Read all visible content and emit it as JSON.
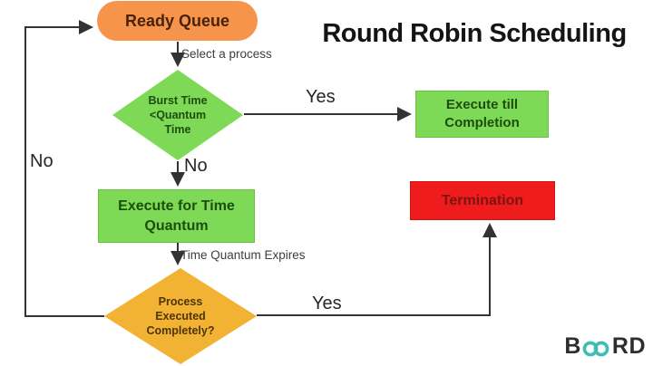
{
  "title": "Round Robin Scheduling",
  "nodes": {
    "ready_queue": {
      "label": "Ready Queue"
    },
    "burst_check": {
      "lines": [
        "Burst Time",
        "<Quantum",
        "Time"
      ]
    },
    "execute_till_completion": {
      "lines": [
        "Execute till",
        "Completion"
      ]
    },
    "execute_for_time_quantum": {
      "lines": [
        "Execute for Time",
        "Quantum"
      ]
    },
    "process_check": {
      "lines": [
        "Process",
        "Executed",
        "Completely?"
      ]
    },
    "termination": {
      "label": "Termination"
    }
  },
  "edges": {
    "select_process": "Select a process",
    "yes_top": "Yes",
    "no_mid": "No",
    "no_loop": "No",
    "time_quantum_expires": "Time Quantum Expires",
    "yes_bottom": "Yes"
  },
  "logo": {
    "prefix": "B",
    "suffix": "RD"
  },
  "colors": {
    "ready_queue_orange": "#F7944C",
    "process_green": "#7ED957",
    "decision_yellow": "#F2B233",
    "termination_red": "#EE1C1C",
    "logo_teal": "#3DBDB5",
    "connector": "#333333"
  }
}
